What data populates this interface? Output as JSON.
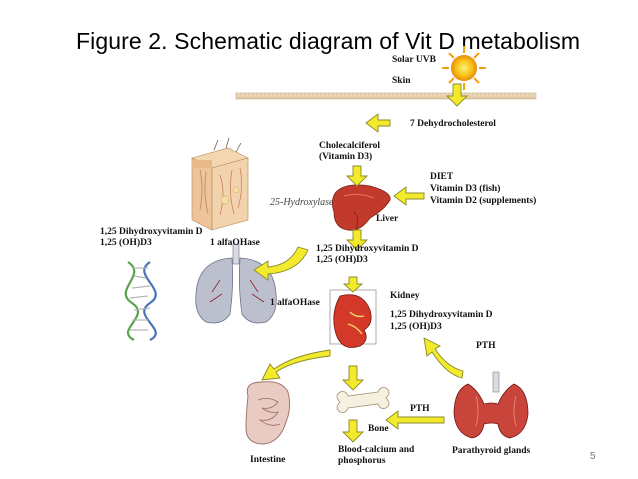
{
  "slide": {
    "title": "Figure 2.  Schematic diagram of Vit D metabolism",
    "page_number": "5"
  },
  "labels": {
    "solar_uvb": "Solar UVB",
    "skin": "Skin",
    "dehydro": "7 Dehydrocholesterol",
    "chole_1": "Cholecalciferol",
    "chole_2": "(Vitamin D3)",
    "diet_1": "DIET",
    "diet_2": "Vitamin D3 (fish)",
    "diet_3": "Vitamin D2 (supplements)",
    "hydroxylase": "25-Hydroxylase",
    "liver": "Liver",
    "dihydroxy_left_1": "1,25 Dihydroxyvitamin D",
    "dihydroxy_left_2": "1,25 (OH)D3",
    "alfa_upper": "1 alfaOHase",
    "dihydroxy_mid_1": "1,25 Dihydroxyvitamin D",
    "dihydroxy_mid_2": "1,25 (OH)D3",
    "alfa_lower": "1 alfaOHase",
    "kidney": "Kidney",
    "dihydroxy_kidney_1": "1,25 Dihydroxyvitamin D",
    "dihydroxy_kidney_2": "1,25 (OH)D3",
    "pth_right": "PTH",
    "pth_bottom": "PTH",
    "bone": "Bone",
    "blood_1": "Blood-calcium and",
    "blood_2": "phosphorus",
    "intestine": "Intestine",
    "parathyroid": "Parathyroid glands"
  },
  "colors": {
    "arrow_fill": "#f2ea2a",
    "arrow_stroke": "#8a8a2a",
    "sun": "#f6b712",
    "skin_band": "#d9c7a8",
    "liver": "#c0392b",
    "kidney": "#d63a2a",
    "lung": "#b9bcc9",
    "thyroid": "#c8463c",
    "intestine": "#e3b7b0"
  },
  "icons": [
    "sun-icon",
    "skin-block-icon",
    "liver-icon",
    "dna-icon",
    "lungs-icon",
    "kidney-icon",
    "intestine-icon",
    "bone-icon",
    "parathyroid-icon"
  ]
}
